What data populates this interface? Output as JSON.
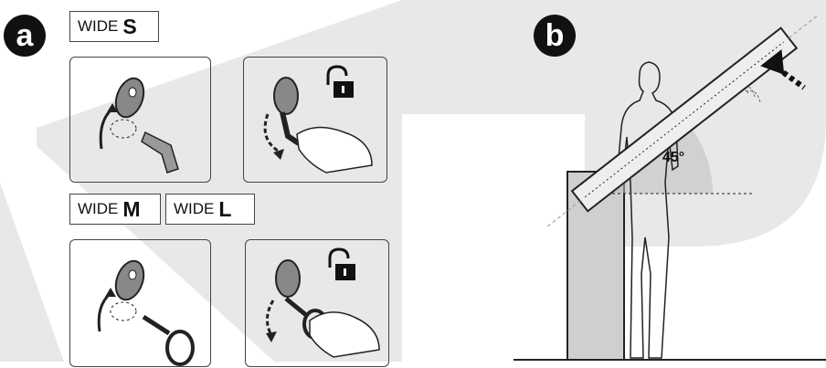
{
  "panel_a": {
    "badge": "a",
    "label_s_prefix": "WIDE",
    "label_s_size": "S",
    "label_m_prefix": "WIDE",
    "label_m_size": "M",
    "label_l_prefix": "WIDE",
    "label_l_size": "L"
  },
  "panel_b": {
    "badge": "b",
    "angle": "45°"
  },
  "colors": {
    "watermark": "#e6e6e6",
    "line": "#222222",
    "column_fill": "#cfcfcf"
  }
}
